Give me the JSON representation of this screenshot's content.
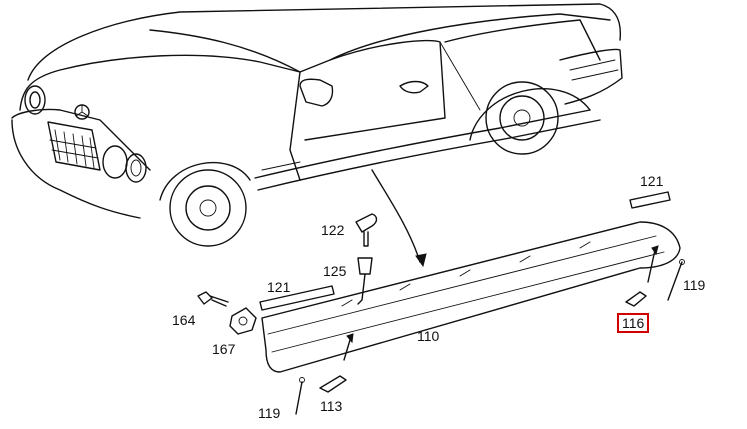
{
  "diagram": {
    "highlight_color": "#d40000",
    "callouts": [
      {
        "id": "c121_right",
        "text": "121"
      },
      {
        "id": "c122",
        "text": "122"
      },
      {
        "id": "c125",
        "text": "125"
      },
      {
        "id": "c121_left",
        "text": "121"
      },
      {
        "id": "c164",
        "text": "164"
      },
      {
        "id": "c167",
        "text": "167"
      },
      {
        "id": "c110",
        "text": "110"
      },
      {
        "id": "c119_right",
        "text": "119"
      },
      {
        "id": "c116",
        "text": "116",
        "highlighted": true
      },
      {
        "id": "c119_left",
        "text": "119"
      },
      {
        "id": "c113",
        "text": "113"
      }
    ]
  }
}
